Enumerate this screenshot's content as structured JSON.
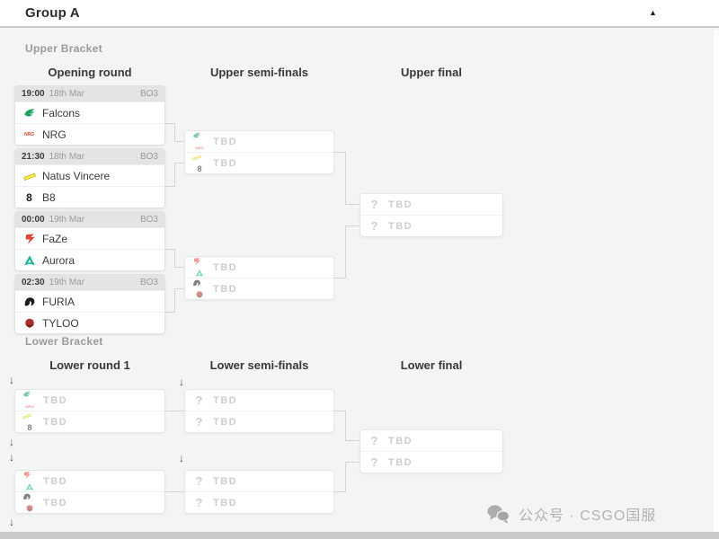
{
  "ui": {
    "tbd": "TBD",
    "drop_arrow_glyph": "↓",
    "caret_glyph": "▲",
    "question_glyph": "?",
    "colors": {
      "background": "#f3f4f4",
      "card_border": "#e2e2e2",
      "card_header_bg": "#e4e4e4",
      "connector": "#d5d5d5",
      "muted_text": "#9b9b9b",
      "tbd_text": "#cdcdcd",
      "falcons_green": "#1aa35f",
      "navi_yellow": "#f7ec3c",
      "faze_red": "#e8413a",
      "aurora_teal": "#12b5a0",
      "tyloo_red": "#ad2f2d"
    }
  },
  "header": {
    "title": "Group A"
  },
  "upper": {
    "section_label": "Upper Bracket",
    "col_round1": "Opening round",
    "col_semis": "Upper semi-finals",
    "col_final": "Upper final",
    "matches": [
      {
        "time": "19:00",
        "date": "18th Mar",
        "format": "BO3",
        "team1": {
          "name": "Falcons",
          "icon": "falcons"
        },
        "team2": {
          "name": "NRG",
          "icon": "nrg"
        }
      },
      {
        "time": "21:30",
        "date": "18th Mar",
        "format": "BO3",
        "team1": {
          "name": "Natus Vincere",
          "icon": "navi"
        },
        "team2": {
          "name": "B8",
          "icon": "b8"
        }
      },
      {
        "time": "00:00",
        "date": "19th Mar",
        "format": "BO3",
        "team1": {
          "name": "FaZe",
          "icon": "faze"
        },
        "team2": {
          "name": "Aurora",
          "icon": "aurora"
        }
      },
      {
        "time": "02:30",
        "date": "19th Mar",
        "format": "BO3",
        "team1": {
          "name": "FURIA",
          "icon": "furia"
        },
        "team2": {
          "name": "TYLOO",
          "icon": "tyloo"
        }
      }
    ],
    "semis": [
      {
        "slot1": {
          "label": "TBD",
          "candidates": [
            "falcons",
            "nrg"
          ]
        },
        "slot2": {
          "label": "TBD",
          "candidates": [
            "navi",
            "b8"
          ]
        }
      },
      {
        "slot1": {
          "label": "TBD",
          "candidates": [
            "faze",
            "aurora"
          ]
        },
        "slot2": {
          "label": "TBD",
          "candidates": [
            "furia",
            "tyloo"
          ]
        }
      }
    ],
    "final": {
      "slot1": {
        "label": "TBD",
        "icon": "question"
      },
      "slot2": {
        "label": "TBD",
        "icon": "question"
      }
    }
  },
  "lower": {
    "section_label": "Lower Bracket",
    "col_round1": "Lower round 1",
    "col_semis": "Lower semi-finals",
    "col_final": "Lower final",
    "round1": [
      {
        "slot1": {
          "label": "TBD",
          "candidates": [
            "falcons",
            "nrg"
          ]
        },
        "slot2": {
          "label": "TBD",
          "candidates": [
            "navi",
            "b8"
          ]
        }
      },
      {
        "slot1": {
          "label": "TBD",
          "candidates": [
            "faze",
            "aurora"
          ]
        },
        "slot2": {
          "label": "TBD",
          "candidates": [
            "furia",
            "tyloo"
          ]
        }
      }
    ],
    "semis": [
      {
        "slot1": {
          "label": "TBD",
          "icon": "question"
        },
        "slot2": {
          "label": "TBD",
          "icon": "question"
        }
      },
      {
        "slot1": {
          "label": "TBD",
          "icon": "question"
        },
        "slot2": {
          "label": "TBD",
          "icon": "question"
        }
      }
    ],
    "final": {
      "slot1": {
        "label": "TBD",
        "icon": "question"
      },
      "slot2": {
        "label": "TBD",
        "icon": "question"
      }
    }
  },
  "icon_glyphs": {
    "nrg": "NRG",
    "b8": "8"
  },
  "watermark": {
    "text": "公众号 · CSGO国服",
    "icon": "wechat"
  }
}
